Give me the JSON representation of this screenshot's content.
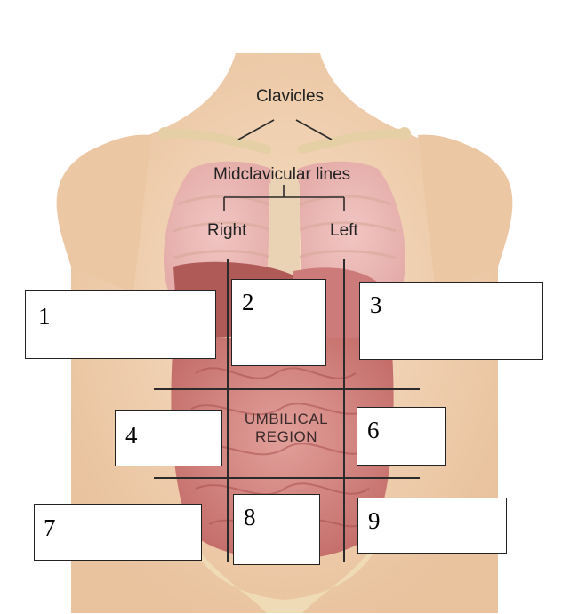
{
  "labels": {
    "clavicles": "Clavicles",
    "midclavicular": "Midclavicular lines",
    "right": "Right",
    "left": "Left"
  },
  "region": {
    "line1": "UMBILICAL",
    "line2": "REGION"
  },
  "boxes": [
    {
      "number": "1"
    },
    {
      "number": "2"
    },
    {
      "number": "3"
    },
    {
      "number": "4"
    },
    {
      "number": "6"
    },
    {
      "number": "7"
    },
    {
      "number": "8"
    },
    {
      "number": "9"
    }
  ],
  "colors": {
    "skin": "#f3d6b6",
    "skin_shadow": "#e8bf98",
    "organ": "#d98a8a",
    "organ_dark": "#b85c5c",
    "bone": "#eedcb8",
    "line": "#2b2b2b"
  }
}
